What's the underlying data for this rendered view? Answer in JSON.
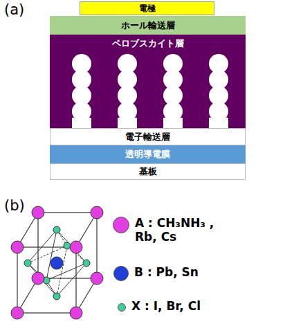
{
  "diagram": {
    "nodes": [
      {
        "text": [
          "電極"
        ]
      },
      {
        "text": [
          "ホール輸送層"
        ]
      },
      {
        "text": [
          "ペロブスカイト層"
        ]
      },
      {
        "text": [
          "電子輸送層"
        ]
      },
      {
        "text": [
          "透明導電膜"
        ]
      },
      {
        "text": [
          "基板"
        ]
      }
    ],
    "labels": [
      "(a)",
      "(b)"
    ],
    "legend": [
      {
        "text": "A : CH₃NH₃ , Rb, Cs",
        "color": "#e23ee2"
      },
      {
        "text": "B : Pb, Sn",
        "color": "#1f3fd8"
      },
      {
        "text": "X : I, Br, Cl",
        "color": "#3ccf9a"
      }
    ]
  }
}
